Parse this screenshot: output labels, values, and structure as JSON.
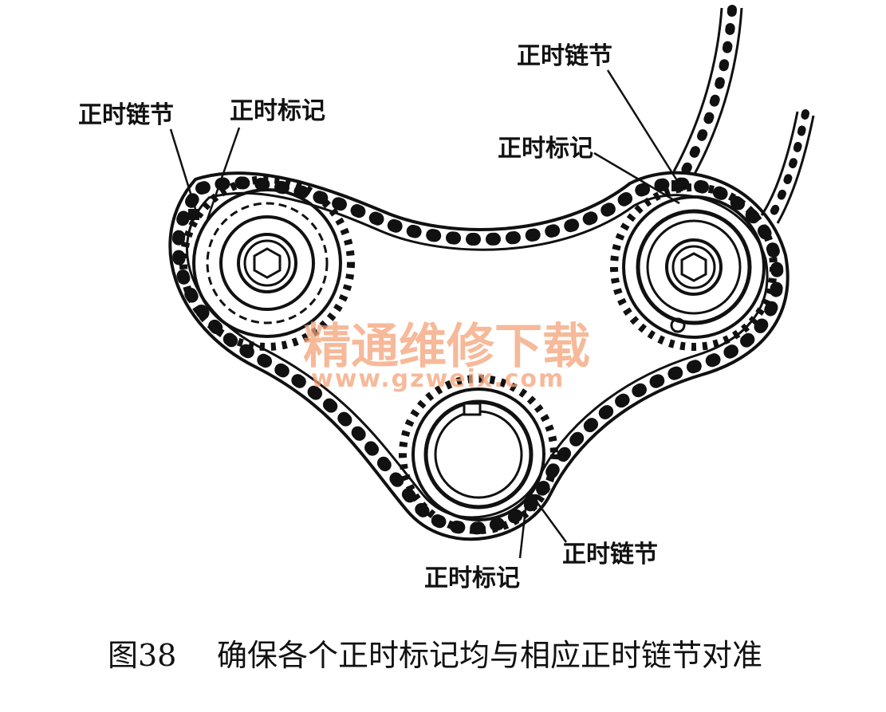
{
  "labels": {
    "left_chain_link": "正时链节",
    "left_timing_mark": "正时标记",
    "right_chain_link": "正时链节",
    "right_timing_mark": "正时标记",
    "bottom_chain_link": "正时链节",
    "bottom_timing_mark": "正时标记"
  },
  "caption": {
    "figure_number": "图38",
    "text": "确保各个正时标记均与相应正时链节对准"
  },
  "watermark": {
    "brand": "精通维修下载",
    "url": "www.gzweix.com"
  },
  "colors": {
    "ink": "#111111",
    "watermark": "#f4a277"
  }
}
